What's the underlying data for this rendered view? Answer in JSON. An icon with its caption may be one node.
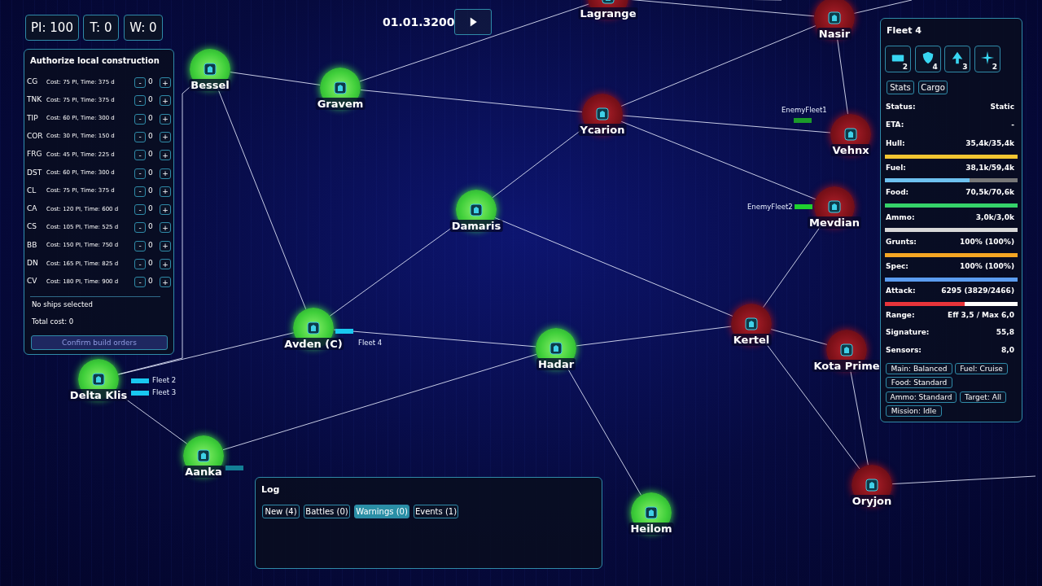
{
  "diagram": {
    "nodes": [
      {
        "text": [
          "PI: 100"
        ]
      },
      {
        "text": [
          "T: 0"
        ]
      },
      {
        "text": [
          "W: 0"
        ]
      },
      {
        "text": [],
        "shape": "box"
      },
      {
        "text": [
          "Authorize local construction"
        ]
      },
      {
        "text": [
          "-"
        ],
        "in": 4
      },
      {
        "text": [
          "+"
        ],
        "in": 4
      },
      {
        "text": [
          "-"
        ],
        "in": 4
      },
      {
        "text": [
          "+"
        ],
        "in": 4
      },
      {
        "text": [
          "-"
        ],
        "in": 4
      },
      {
        "text": [
          "+"
        ],
        "in": 4
      },
      {
        "text": [
          "-"
        ],
        "in": 4
      },
      {
        "text": [
          "+"
        ],
        "in": 4
      },
      {
        "text": [
          "-"
        ],
        "in": 4
      },
      {
        "text": [
          "+"
        ],
        "in": 4
      },
      {
        "text": [
          "-"
        ],
        "in": 4
      },
      {
        "text": [
          "+"
        ],
        "in": 4
      },
      {
        "text": [
          "-"
        ],
        "in": 4
      },
      {
        "text": [
          "+"
        ],
        "in": 4
      },
      {
        "text": [
          "-"
        ],
        "in": 4
      },
      {
        "text": [
          "+"
        ],
        "in": 4
      },
      {
        "text": [
          "-"
        ],
        "in": 4
      },
      {
        "text": [
          "+"
        ],
        "in": 4
      },
      {
        "text": [
          "-"
        ],
        "in": 4
      },
      {
        "text": [
          "+"
        ],
        "in": 4
      },
      {
        "text": [
          "-"
        ],
        "in": 4
      },
      {
        "text": [
          "+"
        ],
        "in": 4
      },
      {
        "text": [
          "-"
        ],
        "in": 4
      },
      {
        "text": [
          "+"
        ],
        "in": 4
      },
      {
        "text": [
          "Confirm build orders"
        ],
        "in": 4
      },
      {
        "text": [
          "Fleet 4"
        ]
      },
      {
        "text": [
          "2"
        ],
        "in": 30
      },
      {
        "text": [
          "4"
        ],
        "in": 30
      },
      {
        "text": [
          "3"
        ],
        "in": 30
      },
      {
        "text": [
          "2"
        ],
        "in": 30
      },
      {
        "text": [
          "Stats"
        ],
        "in": 30
      },
      {
        "text": [
          "Cargo"
        ],
        "in": 30
      },
      {
        "text": [
          "Main: Balanced"
        ],
        "in": 30
      },
      {
        "text": [
          "Fuel: Cruise"
        ],
        "in": 30
      },
      {
        "text": [
          "Food: Standard"
        ],
        "in": 30
      },
      {
        "text": [
          "Ammo: Standard"
        ],
        "in": 30
      },
      {
        "text": [
          "Target: All"
        ],
        "in": 30
      },
      {
        "text": [
          "Mission: Idle"
        ],
        "in": 30
      },
      {
        "text": [
          "Log"
        ]
      },
      {
        "text": [
          "New (4)"
        ],
        "in": 43
      },
      {
        "text": [
          "Battles (0)"
        ],
        "in": 43
      },
      {
        "text": [
          "Warnings (0)"
        ],
        "in": 43
      },
      {
        "text": [
          "Events (1)"
        ],
        "in": 43
      },
      {
        "text": [
          "Bessel"
        ]
      },
      {
        "text": [
          "Gravem"
        ]
      },
      {
        "text": [
          "Lagrange"
        ]
      },
      {
        "text": [
          "Nasir"
        ]
      },
      {
        "text": [
          "Ycarion"
        ]
      },
      {
        "text": [
          "Damaris"
        ]
      },
      {
        "text": [
          "Vehnx"
        ]
      },
      {
        "text": [
          "Mevdian"
        ]
      },
      {
        "text": [
          "Avden  (C)"
        ]
      },
      {
        "text": [
          "Hadar"
        ]
      },
      {
        "text": [
          "Kertel"
        ]
      },
      {
        "text": [
          "Kota Prime"
        ]
      },
      {
        "text": [
          "Delta Klis"
        ]
      },
      {
        "text": [
          "Aanka"
        ]
      },
      {
        "text": [
          "Heilom"
        ]
      },
      {
        "text": [
          "Oryjon"
        ]
      },
      {
        "text": [],
        "shape": "bar",
        "beside": [
          "Fleet 4"
        ]
      },
      {
        "text": [],
        "shape": "bar",
        "beside": [
          "Fleet 2"
        ]
      },
      {
        "text": [],
        "shape": "bar",
        "beside": [
          "Fleet 3"
        ]
      },
      {
        "text": [],
        "shape": "bar"
      },
      {
        "text": [],
        "shape": "bar",
        "beside": [
          "EnemyFleet1"
        ]
      },
      {
        "text": [],
        "shape": "bar",
        "beside": [
          "EnemyFleet2"
        ]
      }
    ],
    "edges": [
      {
        "from": 48,
        "to": 49,
        "arrow": "none"
      },
      {
        "from": 49,
        "to": 52,
        "arrow": "none"
      },
      {
        "from": 52,
        "to": 54,
        "arrow": "none"
      },
      {
        "from": 49,
        "to": 50,
        "arrow": "none"
      },
      {
        "from": 48,
        "to": 56,
        "arrow": "none"
      },
      {
        "from": 48,
        "to": 60,
        "arrow": "none"
      },
      {
        "from": 50,
        "to": null,
        "arrow": "none"
      },
      {
        "from": 50,
        "to": 51,
        "arrow": "none"
      },
      {
        "from": 51,
        "to": null,
        "arrow": "none"
      },
      {
        "from": 51,
        "to": 54,
        "arrow": "none"
      },
      {
        "from": 52,
        "to": 51,
        "arrow": "none"
      },
      {
        "from": 52,
        "to": 53,
        "arrow": "none"
      },
      {
        "from": 52,
        "to": 55,
        "arrow": "none"
      },
      {
        "from": 53,
        "to": 56,
        "arrow": "none"
      },
      {
        "from": 53,
        "to": 58,
        "arrow": "none"
      },
      {
        "from": 56,
        "to": 60,
        "arrow": "none"
      },
      {
        "from": 56,
        "to": 57,
        "arrow": "none"
      },
      {
        "from": 57,
        "to": 58,
        "arrow": "none"
      },
      {
        "from": 57,
        "to": 61,
        "arrow": "none"
      },
      {
        "from": 57,
        "to": 62,
        "arrow": "none"
      },
      {
        "from": 60,
        "to": 61,
        "arrow": "none"
      },
      {
        "from": 58,
        "to": 55,
        "arrow": "none"
      },
      {
        "from": 58,
        "to": 59,
        "arrow": "none"
      },
      {
        "from": 58,
        "to": 63,
        "arrow": "none"
      },
      {
        "from": 63,
        "to": 59,
        "arrow": "none"
      },
      {
        "from": 63,
        "to": null,
        "arrow": "none"
      }
    ],
    "labels": [
      "01.01.3200",
      "CG",
      "Cost: 75 PI, Time: 375 d",
      "0",
      "TNK",
      "Cost: 75 PI, Time: 375 d",
      "0",
      "TIP",
      "Cost: 60 PI, Time: 300 d",
      "0",
      "COR",
      "Cost: 30 PI, Time: 150 d",
      "0",
      "FRG",
      "Cost: 45 PI, Time: 225 d",
      "0",
      "DST",
      "Cost: 60 PI, Time: 300 d",
      "0",
      "CL",
      "Cost: 75 PI, Time: 375 d",
      "0",
      "CA",
      "Cost: 120 PI, Time: 600 d",
      "0",
      "CS",
      "Cost: 105 PI, Time: 525 d",
      "0",
      "BB",
      "Cost: 150 PI, Time: 750 d",
      "0",
      "DN",
      "Cost: 165 PI, Time: 825 d",
      "0",
      "CV",
      "Cost: 180 PI, Time: 900 d",
      "0",
      "No ships selected",
      "Total cost: 0",
      "Status:",
      "Static",
      "ETA:",
      "-",
      "Hull:",
      "35,4k/35,4k",
      "Fuel:",
      "38,1k/59,4k",
      "Food:",
      "70,5k/70,6k",
      "Ammo:",
      "3,0k/3,0k",
      "Grunts:",
      "100% (100%)",
      "Spec:",
      "100% (100%)",
      "Attack:",
      "6295 (3829/2466)",
      "Range:",
      "Eff 3,5 / Max 6,0",
      "Signature:",
      "55,8",
      "Sensors:",
      "8,0"
    ]
  }
}
